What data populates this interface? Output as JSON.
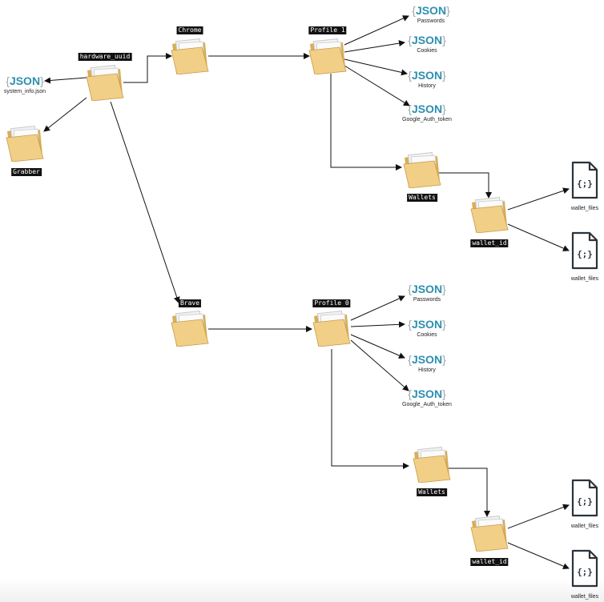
{
  "diagram": {
    "folders": {
      "hardware_uuid": "hardware_uuid",
      "grabber": "Grabber",
      "chrome": "Chrome",
      "brave": "Brave",
      "profile1": "Profile 1",
      "profile0": "Profile 0",
      "wallets1": "Wallets",
      "wallets2": "Wallets",
      "wallet_id1": "wallet_id",
      "wallet_id2": "wallet_id"
    },
    "json_logo": "JSON",
    "json_outputs": {
      "system_info": "system_info.json",
      "chrome": [
        "Passwords",
        "Cookies",
        "History",
        "Google_Auth_token"
      ],
      "brave": [
        "Passwords",
        "Cookies",
        "History",
        "Google_Auth_token"
      ]
    },
    "wallet_files": {
      "chrome": [
        "wallet_files",
        "wallet_files"
      ],
      "brave": [
        "wallet_files",
        "wallet_files"
      ]
    },
    "colors": {
      "folder_body": "#f2cf86",
      "folder_dark": "#d9ad57",
      "json_text": "#2c8fb0",
      "json_brace": "#9aa6ad",
      "label_bg": "#111111",
      "edge": "#111111"
    }
  }
}
